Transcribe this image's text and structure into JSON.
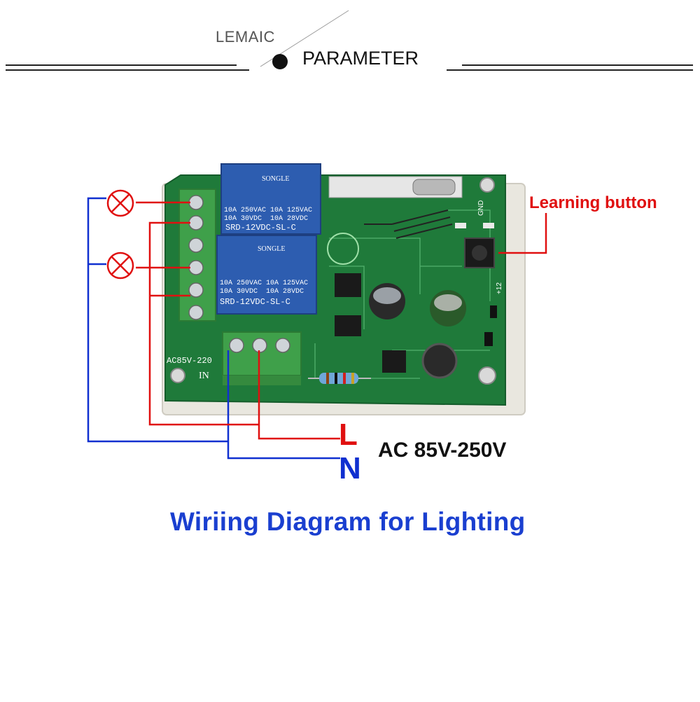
{
  "header": {
    "brand": "LEMAIC",
    "section_title": "PARAMETER"
  },
  "board": {
    "relay_brand": "SONGLE",
    "relay_model": "SRD-12VDC-SL-C",
    "relay_rating_1": "10A 250VAC",
    "relay_rating_2": "10A 30VDC",
    "relay_rating_3": "10A 125VAC",
    "relay_rating_4": "10A 28VDC",
    "input_marking": "AC85V-220",
    "in_label": "IN",
    "gnd_label": "GND",
    "v12_label": "+12"
  },
  "annotations": {
    "learning_button": "Learning button",
    "live": "L",
    "neutral": "N",
    "supply_voltage": "AC 85V-250V"
  },
  "caption": "Wiriing Diagram for Lighting",
  "colors": {
    "live_wire": "#e01010",
    "neutral_wire": "#1030d0",
    "pcb": "#1f7a3a",
    "relay": "#2d5db0",
    "terminal": "#3fa04a",
    "caption": "#1a3fd0"
  }
}
